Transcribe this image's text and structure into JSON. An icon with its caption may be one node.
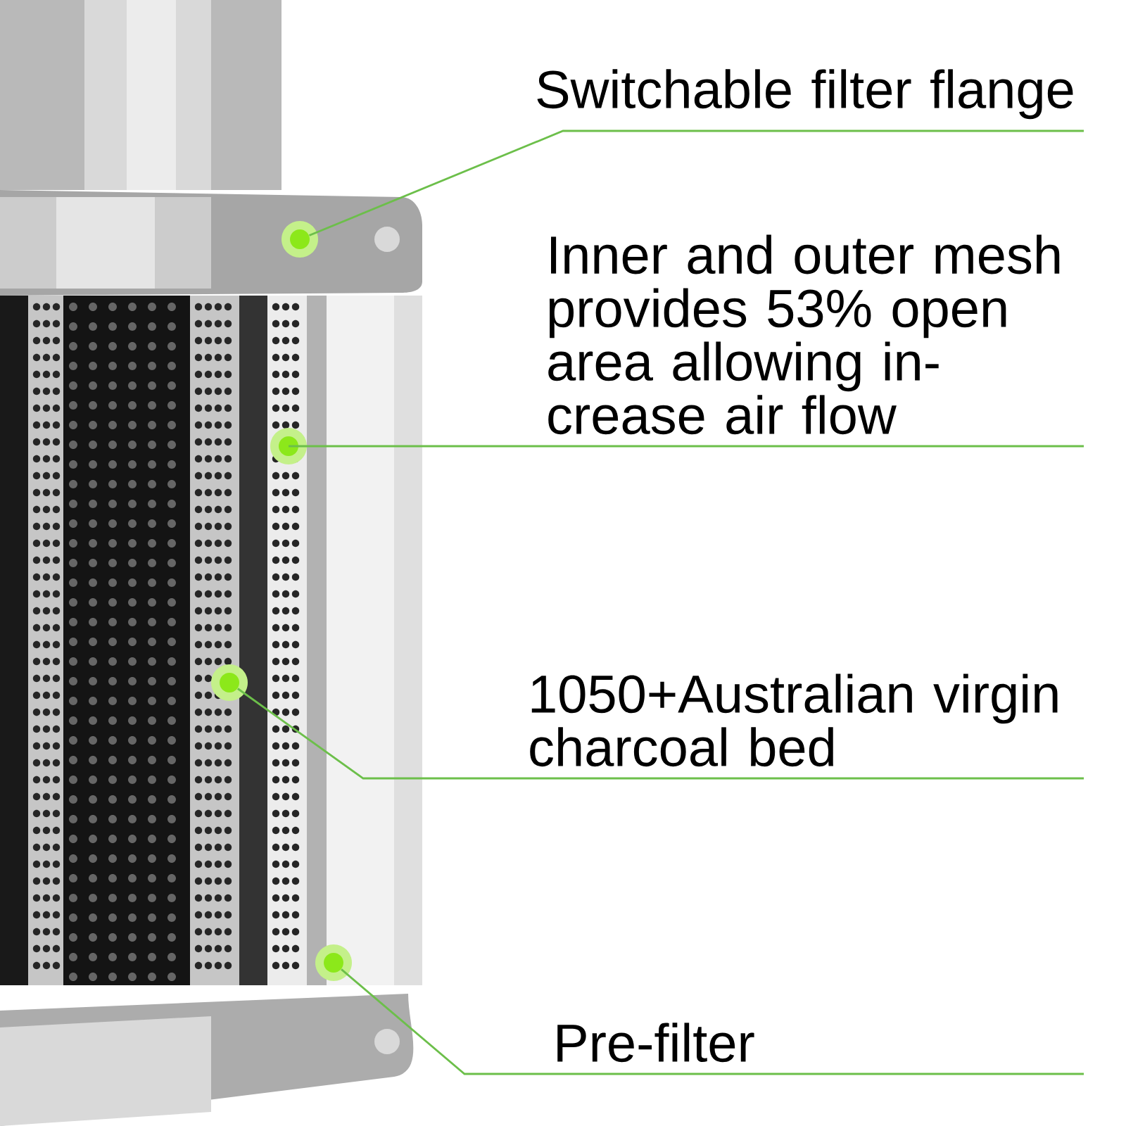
{
  "diagram": {
    "nodes": [
      {
        "text": [
          "Switchable filter flange"
        ]
      },
      {
        "text": [
          "Inner and outer mesh provides 53% open area allowing in- crease air flow"
        ]
      },
      {
        "text": [
          "1050+Australian virgin charcoal bed"
        ]
      },
      {
        "text": [
          "Pre-filter"
        ]
      },
      {
        "text": [],
        "shape": "circle"
      },
      {
        "text": [],
        "shape": "circle"
      },
      {
        "text": [],
        "shape": "circle"
      },
      {
        "text": [],
        "shape": "circle"
      }
    ],
    "edges": [
      {
        "from": 0,
        "to": 4,
        "arrow": "none"
      },
      {
        "from": 1,
        "to": 5,
        "arrow": "none"
      },
      {
        "from": 2,
        "to": 6,
        "arrow": "none"
      },
      {
        "from": 3,
        "to": 7,
        "arrow": "none"
      }
    ]
  }
}
